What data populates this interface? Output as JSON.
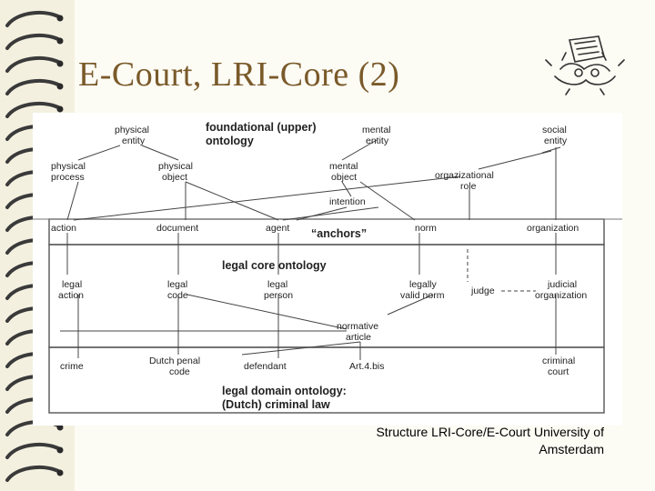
{
  "slide": {
    "title": "E-Court, LRI-Core (2)",
    "caption_line1": "Structure LRI-Core/E-Court University of",
    "caption_line2": "Amsterdam"
  },
  "diagram": {
    "upper": {
      "heading_line1": "foundational (upper)",
      "heading_line2": "ontology",
      "physical_entity": [
        "physical",
        "entity"
      ],
      "mental_entity": [
        "mental",
        "entity"
      ],
      "social_entity": [
        "social",
        "entity"
      ],
      "physical_process": [
        "physical",
        "process"
      ],
      "physical_object": [
        "physical",
        "object"
      ],
      "mental_object": [
        "mental",
        "object"
      ],
      "organizational_role": [
        "orgazizational",
        "role"
      ],
      "intention": "intention"
    },
    "anchors": {
      "label": "“anchors”",
      "action": "action",
      "document": "document",
      "agent": "agent",
      "norm": "norm",
      "organization": "organization"
    },
    "core": {
      "heading": "legal core ontology",
      "legal_action": [
        "legal",
        "action"
      ],
      "legal_code": [
        "legal",
        "code"
      ],
      "legal_person": [
        "legal",
        "person"
      ],
      "legally_valid_norm": [
        "legally",
        "valid norm"
      ],
      "judge": "judge",
      "judicial_organization": [
        "judicial",
        "organization"
      ],
      "normative_article": [
        "normative",
        "article"
      ]
    },
    "domain": {
      "crime": "crime",
      "dutch_penal_code": [
        "Dutch penal",
        "code"
      ],
      "defendant": "defendant",
      "art": "Art.4.bis",
      "criminal_court": [
        "criminal",
        "court"
      ],
      "heading_line1": "legal domain ontology:",
      "heading_line2": "(Dutch) criminal law"
    }
  }
}
